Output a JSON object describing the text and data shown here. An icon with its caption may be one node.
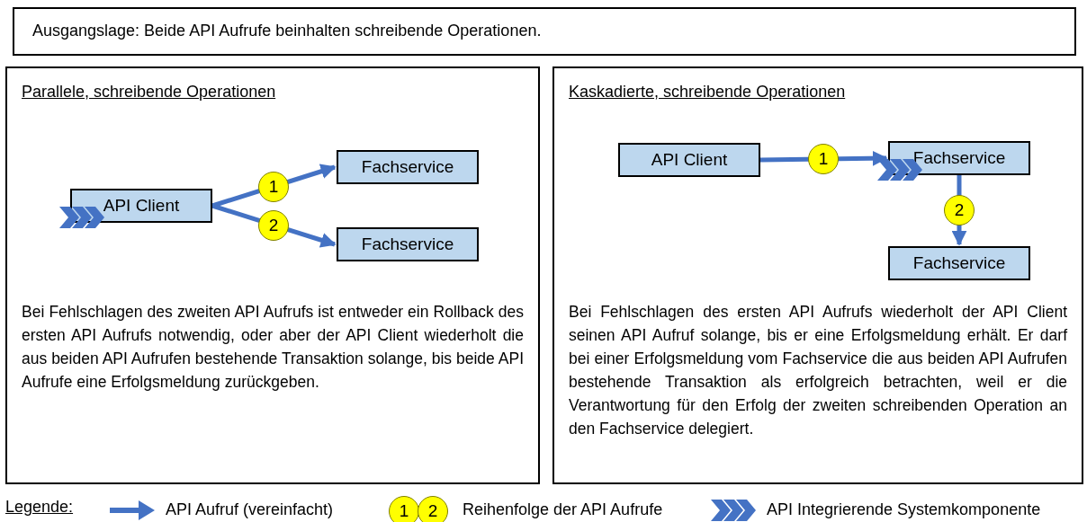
{
  "diagram": {
    "nodes": [
      {
        "text": [
          "Ausgangslage: Beide API Aufrufe beinhalten schreibende Operationen."
        ]
      },
      {
        "text": [
          "Parallele, schreibende Operationen",
          "Bei Fehlschlagen des zweiten API Aufrufs ist entweder ein Rollback des ersten API Aufrufs notwendig, oder aber der API Client wiederholt die aus beiden API Aufrufen bestehende Transaktion solange, bis beide API Aufrufe eine Erfolgsmeldung zurückgeben."
        ]
      },
      {
        "text": [
          "API Client"
        ],
        "in": 1
      },
      {
        "text": [
          "Fachservice"
        ],
        "in": 1
      },
      {
        "text": [
          "Fachservice"
        ],
        "in": 1
      },
      {
        "text": [
          "Kaskadierte, schreibende Operationen",
          "Bei Fehlschlagen des ersten API Aufrufs wiederholt der API Client seinen API Aufruf solange, bis er eine Erfolgsmeldung erhält. Er darf bei einer Erfolgsmeldung vom Fachservice die aus beiden API Aufrufen bestehende Transaktion als erfolgreich betrachten, weil er die Verantwortung für den Erfolg der zweiten schreibenden Operation an den Fachservice delegiert."
        ]
      },
      {
        "text": [
          "API Client"
        ],
        "in": 5
      },
      {
        "text": [
          "Fachservice"
        ],
        "in": 5
      },
      {
        "text": [
          "Fachservice"
        ],
        "in": 5
      }
    ],
    "edges": [
      {
        "from": 2,
        "to": 3,
        "arrow": "to",
        "label": "1"
      },
      {
        "from": 2,
        "to": 4,
        "arrow": "to",
        "label": "2"
      },
      {
        "from": 6,
        "to": 7,
        "arrow": "to",
        "label": "1"
      },
      {
        "from": 7,
        "to": 8,
        "arrow": "to",
        "label": "2"
      }
    ],
    "labels": [
      "Legende:",
      "1",
      "2"
    ],
    "legend": [
      {
        "text": "API Aufruf (vereinfacht)"
      },
      {
        "text": "Reihenfolge der API Aufrufe"
      },
      {
        "text": "API Integrierende Systemkomponente"
      }
    ]
  }
}
